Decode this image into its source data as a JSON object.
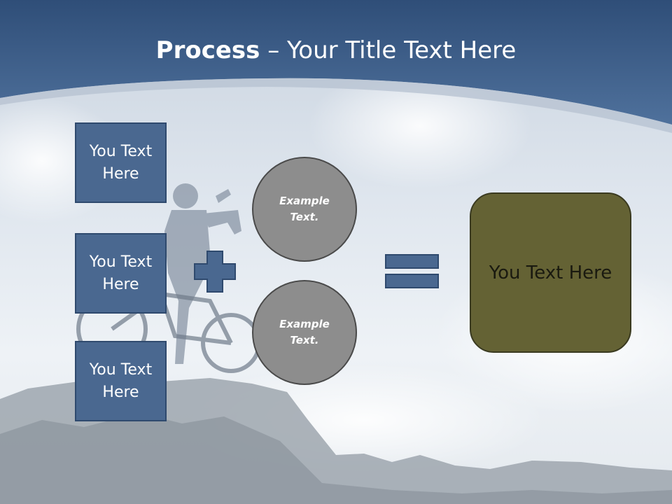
{
  "title": {
    "bold": "Process",
    "dash": " – ",
    "rest": "Your Title Text Here"
  },
  "boxes": [
    {
      "text": "You Text Here"
    },
    {
      "text": "You Text Here"
    },
    {
      "text": "You Text Here"
    }
  ],
  "circles": [
    {
      "text": "Example Text."
    },
    {
      "text": "Example Text."
    }
  ],
  "result": {
    "text": "You Text Here"
  },
  "colors": {
    "header_blue": "#3e5f8a",
    "box_fill": "#4a6890",
    "circle_fill": "#8d8d8d",
    "result_fill": "#646234"
  }
}
